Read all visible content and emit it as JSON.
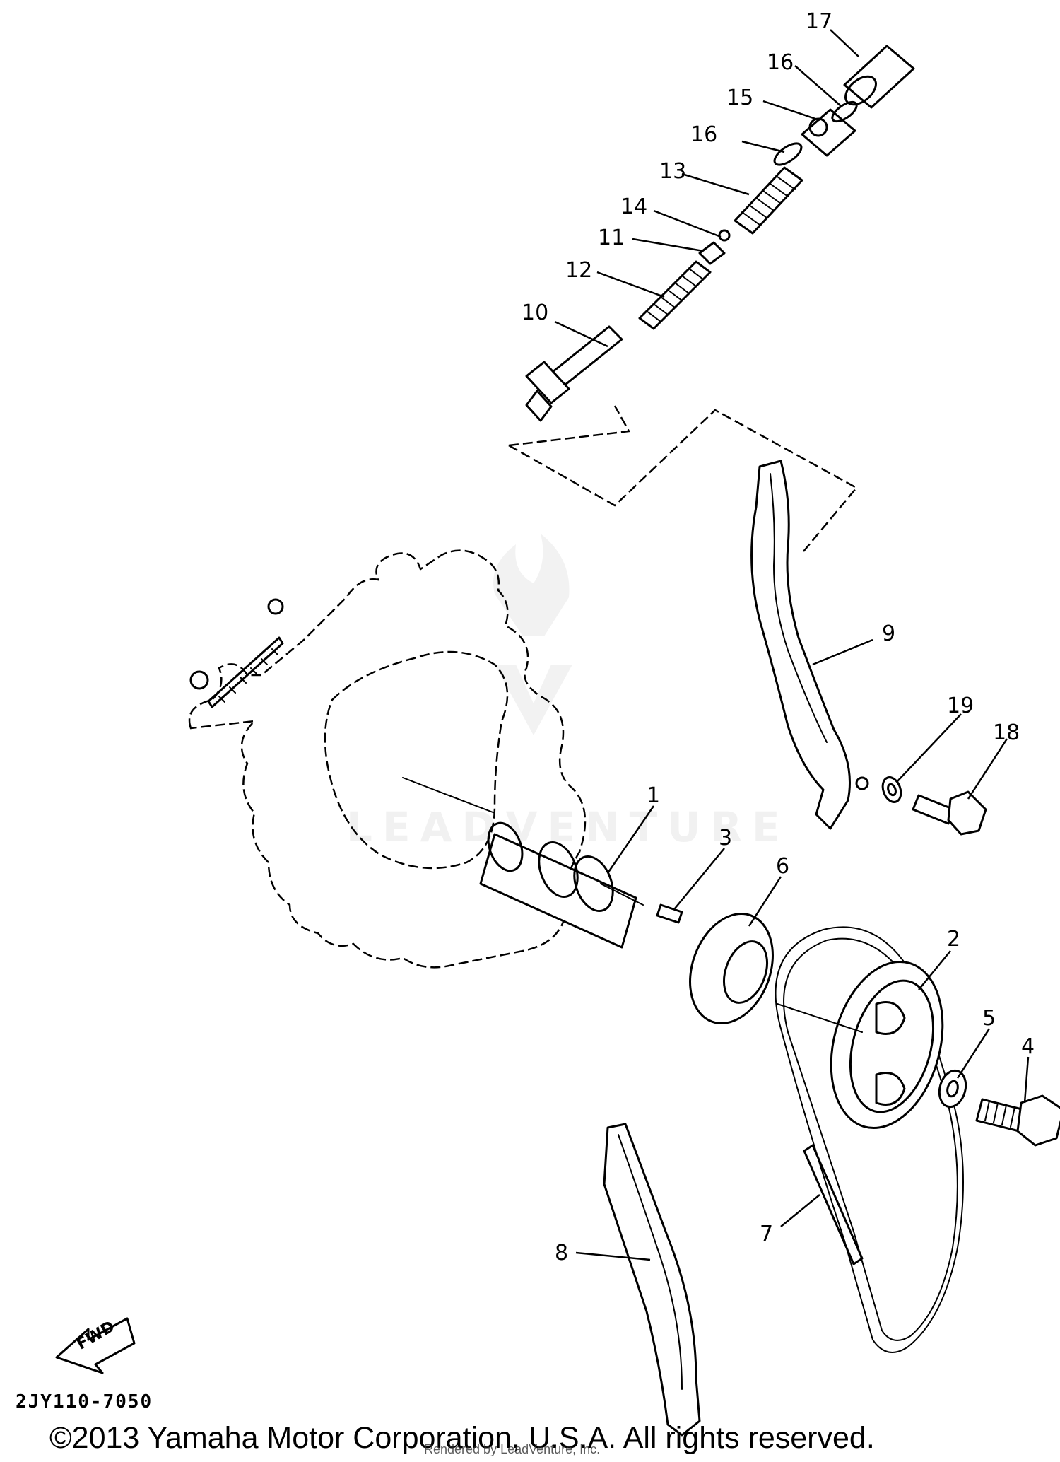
{
  "diagram": {
    "reference_code": "2JY110-7050",
    "copyright": "©2013 Yamaha Motor Corporation, U.S.A. All rights reserved.",
    "rendered_by": "Rendered by LeadVenture, Inc.",
    "watermark": "LEADVENTURE",
    "forward_marker": "FWD",
    "part_labels": {
      "p1": "1",
      "p2": "2",
      "p3": "3",
      "p4": "4",
      "p5": "5",
      "p6": "6",
      "p7": "7",
      "p8": "8",
      "p9": "9",
      "p10": "10",
      "p11": "11",
      "p12": "12",
      "p13": "13",
      "p14": "14",
      "p15": "15",
      "p16a": "16",
      "p16b": "16",
      "p17": "17",
      "p18": "18",
      "p19": "19"
    }
  }
}
